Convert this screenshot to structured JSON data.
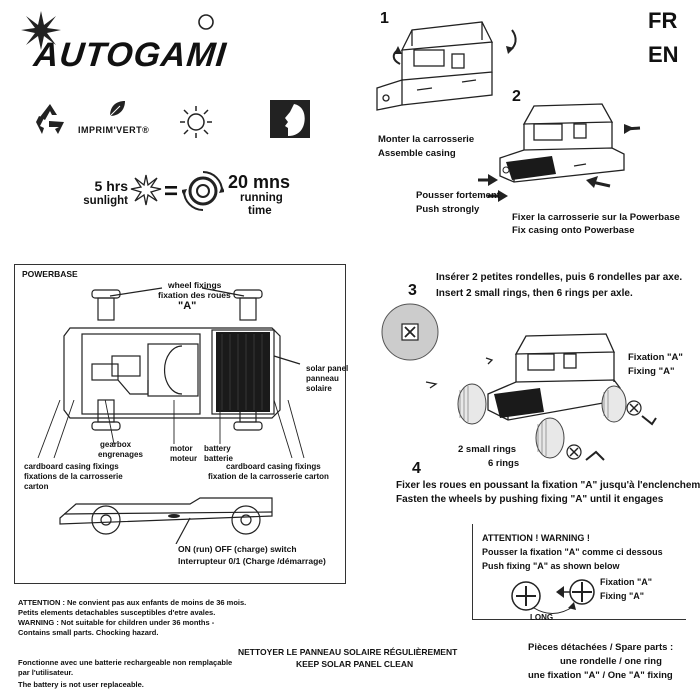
{
  "brand": {
    "logo": "AUTOGAMI"
  },
  "eco": {
    "imprim_vert": "IMPRIM'VERT®"
  },
  "lang": {
    "fr": "FR",
    "en": "EN"
  },
  "sun": {
    "hours": "5 hrs",
    "sunlight": "sunlight",
    "equals": "=",
    "minutes": "20 mns",
    "running": "running",
    "time": "time"
  },
  "steps": {
    "s1_num": "1",
    "s1_fr": "Monter la carrosserie",
    "s1_en": "Assemble casing",
    "s2_num": "2",
    "s2_push_fr": "Pousser fortement",
    "s2_push_en": "Push strongly",
    "s2_fix_fr": "Fixer la carrosserie sur la Powerbase",
    "s2_fix_en": "Fix casing onto Powerbase",
    "s3_num": "3",
    "s3_fr": "Insérer 2 petites rondelles, puis 6 rondelles par axe.",
    "s3_en": "Insert 2 small rings, then 6 rings per axle.",
    "s3_fixation_fr": "Fixation \"A\"",
    "s3_fixation_en": "Fixing \"A\"",
    "s3_small_rings": "2 small rings",
    "s3_rings": "6 rings",
    "s4_num": "4",
    "s4_fr": "Fixer les roues en poussant la fixation \"A\" jusqu'à l'enclenchement",
    "s4_en": "Fasten the wheels by pushing fixing \"A\" until it engages"
  },
  "powerbase": {
    "title": "POWERBASE",
    "wheel_fix_en": "wheel fixings",
    "wheel_fix_fr": "fixation des roues",
    "wheel_fix_a": "\"A\"",
    "solar_1": "solar panel",
    "solar_2": "panneau",
    "solar_3": "solaire",
    "gearbox_1": "gearbox",
    "gearbox_2": "engrenages",
    "motor_1": "motor",
    "motor_2": "moteur",
    "battery_1": "battery",
    "battery_2": "batterie",
    "casing_l1": "cardboard casing fixings",
    "casing_l2": "fixations de la carrosserie",
    "casing_l3": "carton",
    "casing_r1": "cardboard casing fixings",
    "casing_r2": "fixation de la carrosserie carton",
    "switch_en": "ON (run)  OFF (charge) switch",
    "switch_fr": "Interrupteur  0/1 (Charge /démarrage)"
  },
  "attention": {
    "l1": "ATTENTION : Ne convient pas aux enfants de moins de 36 mois.",
    "l2": "Petits elements detachables susceptibles d'etre avales.",
    "l3": "WARNING : Not suitable for children under 36 months -",
    "l4": "Contains small parts. Chocking hazard.",
    "l5": "Fonctionne avec une batterie rechargeable non remplaçable",
    "l6": "par l'utilisateur.",
    "l7": "The battery is not user replaceable."
  },
  "clean": {
    "fr": "NETTOYER LE PANNEAU SOLAIRE RÉGULIÈREMENT",
    "en": "KEEP SOLAR PANEL CLEAN"
  },
  "warning_box": {
    "title": "ATTENTION !  WARNING !",
    "fr": "Pousser la fixation \"A\" comme ci dessous",
    "en": "Push fixing \"A\" as shown below",
    "fixation": "Fixation \"A\"",
    "fixing": "Fixing \"A\"",
    "long": "LONG"
  },
  "spare": {
    "title": "Pièces détachées / Spare parts :",
    "l1": "une rondelle / one ring",
    "l2": "une fixation \"A\" / One \"A\" fixing"
  }
}
